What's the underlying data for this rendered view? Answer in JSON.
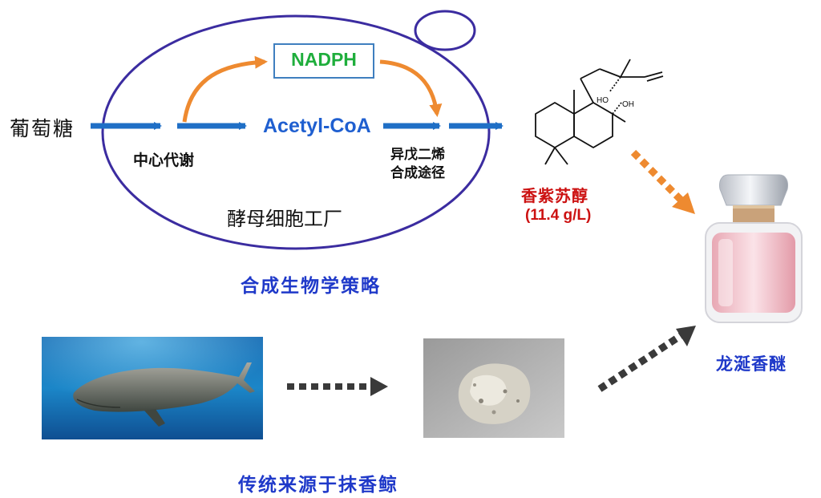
{
  "labels": {
    "glucose": "葡萄糖",
    "central_metabolism": "中心代谢",
    "nadph": "NADPH",
    "acetyl_coa": "Acetyl-CoA",
    "terpene_pathway_line1": "异戊二烯",
    "terpene_pathway_line2": "合成途径",
    "yeast_factory": "酵母细胞工厂",
    "product_name": "香紫苏醇",
    "product_titer": "(11.4 g/L)",
    "synthetic_biology_strategy": "合成生物学策略",
    "ambroxide": "龙涎香醚",
    "traditional_source": "传统来源于抹香鲸",
    "hydroxyl_1": "HO",
    "hydroxyl_2": "OH"
  },
  "colors": {
    "flow_arrow": "#1f6fc6",
    "cofactor_arrow": "#ee8a30",
    "cell_outline": "#3b2ca0",
    "nadph_text": "#1fae3c",
    "nadph_box": "#3f7fbf",
    "product_text": "#cc1111",
    "strategy_text": "#1f39c9",
    "dotted_orange": "#ee8a30",
    "dotted_dark": "#3a3a3a"
  },
  "images": {
    "whale": "sperm-whale-photo",
    "ambergris": "ambergris-lump-photo",
    "perfume": "perfume-bottle-photo"
  }
}
